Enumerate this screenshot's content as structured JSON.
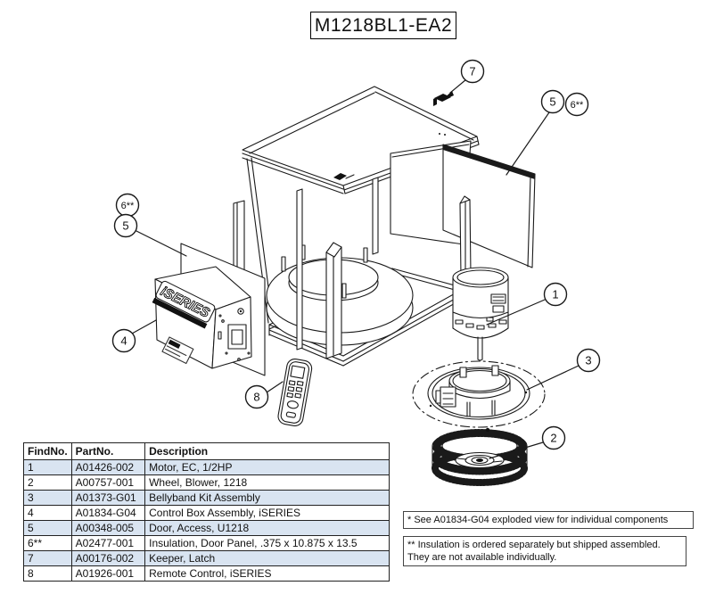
{
  "title": "M1218BL1-EA2",
  "parts_table": {
    "headers": [
      "FindNo.",
      "PartNo.",
      "Description"
    ],
    "rows": [
      [
        "1",
        "A01426-002",
        "Motor, EC, 1/2HP"
      ],
      [
        "2",
        "A00757-001",
        "Wheel, Blower, 1218"
      ],
      [
        "3",
        "A01373-G01",
        "Bellyband Kit Assembly"
      ],
      [
        "4",
        "A01834-G04",
        "Control Box Assembly, iSERIES"
      ],
      [
        "5",
        "A00348-005",
        "Door, Access, U1218"
      ],
      [
        "6**",
        "A02477-001",
        "Insulation, Door Panel, .375 x 10.875 x 13.5"
      ],
      [
        "7",
        "A00176-002",
        "Keeper, Latch"
      ],
      [
        "8",
        "A01926-001",
        "Remote Control, iSERIES"
      ]
    ],
    "row_shade_color": "#d9e4f1"
  },
  "notes": {
    "note1": "* See A01834-G04 exploded view for individual components",
    "note2_line1": "** Insulation is ordered separately but shipped assembled.",
    "note2_line2": "They are not available individually."
  },
  "callouts": {
    "1": {
      "label": "1"
    },
    "2": {
      "label": "2"
    },
    "3": {
      "label": "3"
    },
    "4": {
      "label": "4"
    },
    "5": {
      "label": "5"
    },
    "6": {
      "label": "6**"
    },
    "7": {
      "label": "7"
    },
    "8": {
      "label": "8"
    }
  },
  "diagram": {
    "control_box_label": "iSERIES"
  }
}
